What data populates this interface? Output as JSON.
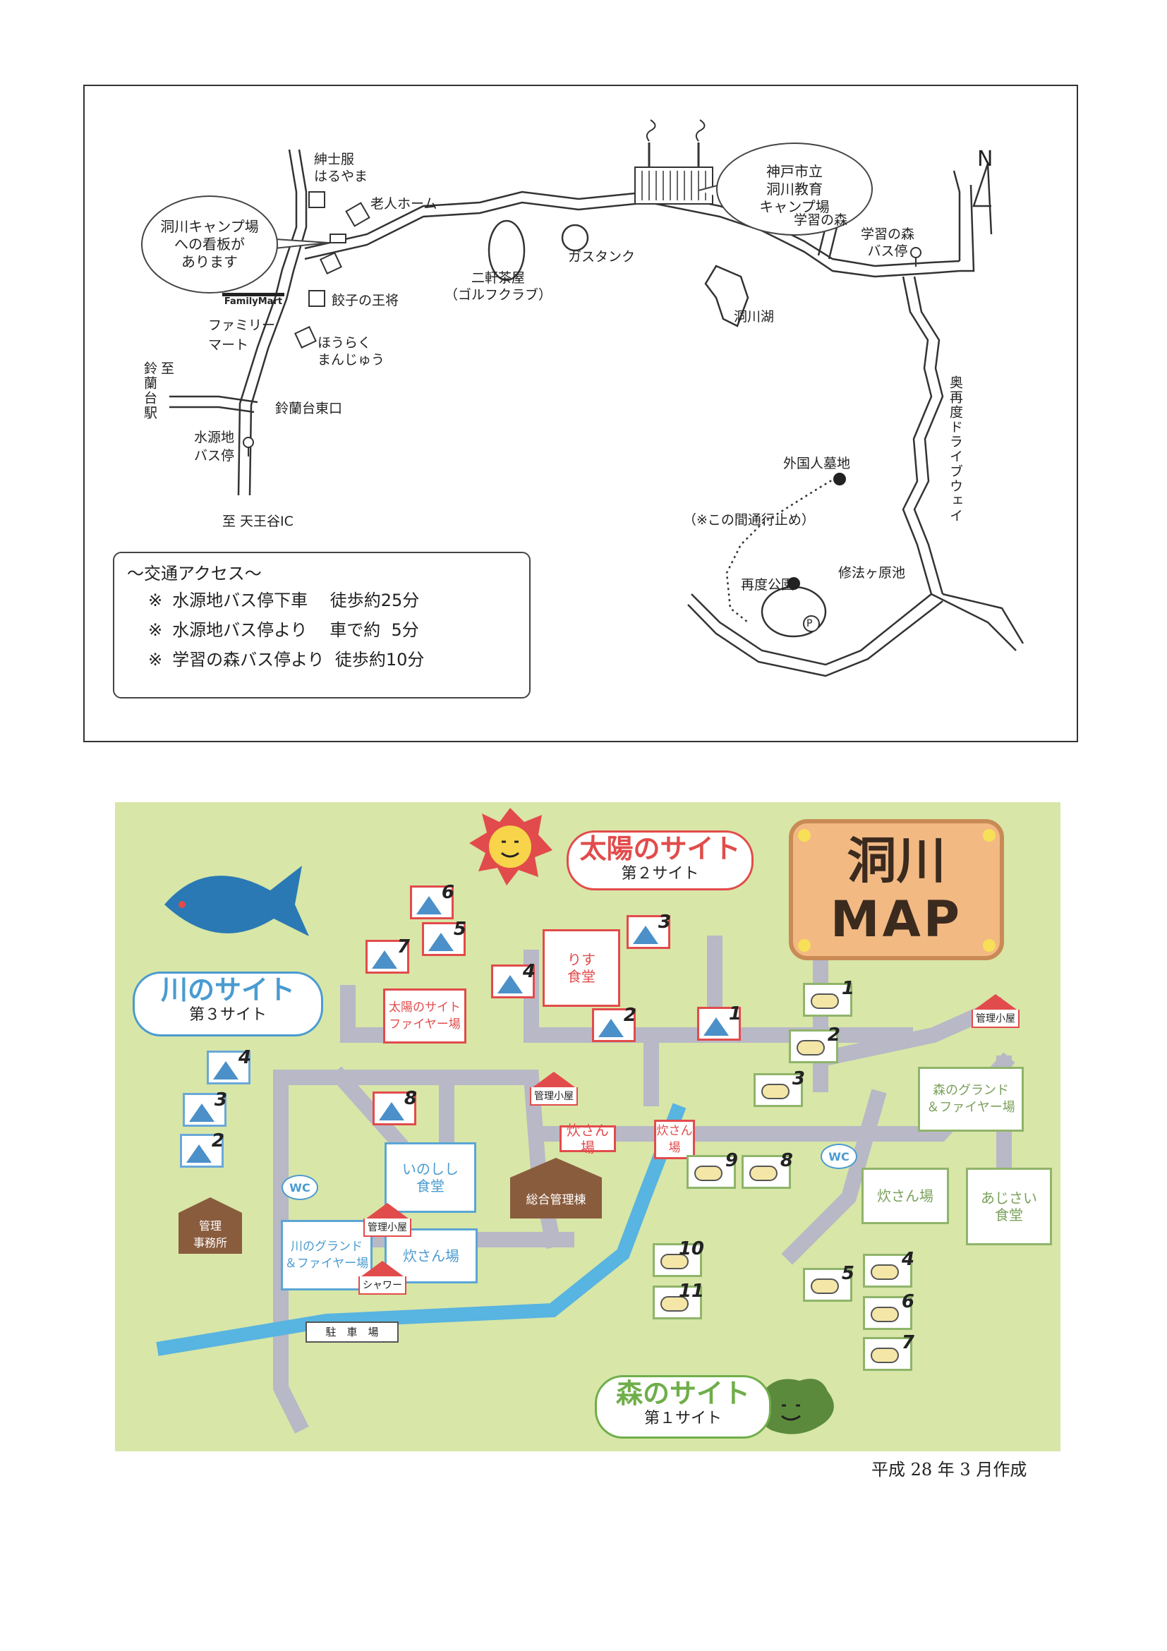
{
  "access_map": {
    "north": "N",
    "camp_name": "神戸市立\n洞川教育\nキャンプ場",
    "sign_bubble": "洞川キャンプ場\nへの看板が\nあります",
    "landmarks": {
      "shinshifuku": "紳士服\nはるやま",
      "rojin": "老人ホーム",
      "familymart_logo": "FamilyMart",
      "familymart": "ファミリー\nマート",
      "gyoza": "餃子の王将",
      "horaku": "ほうらく\nまんじゅう",
      "suzurandai_east": "鈴蘭台東口",
      "suigenchi_bus": "水源地\nバス停",
      "to_suzurandai": "至\n鈴蘭台駅",
      "to_tenno": "至 天王谷IC",
      "nikenchaya": "二軒茶屋\n（ゴルフクラブ）",
      "gas_tank": "ガスタンク",
      "gakushu_mori": "学習の森",
      "gakushu_bus": "学習の森\nバス停",
      "togawa_lake": "洞川湖",
      "okufutatabi": "奥再度ドライブウェイ",
      "gaikokujin": "外国人墓地",
      "closed_note": "（※この間通行止め）",
      "shuhogahara": "修法ヶ原池",
      "futatabi_park": "再度公園",
      "parking": "P"
    },
    "access": {
      "title": "～交通アクセス～",
      "rows": [
        {
          "mark": "※",
          "text": "水源地バス停下車　 徒歩約25分"
        },
        {
          "mark": "※",
          "text": "水源地バス停より　 車で約  5分"
        },
        {
          "mark": "※",
          "text": "学習の森バス停より  徒歩約10分"
        }
      ]
    }
  },
  "camp_map": {
    "title_line1": "洞川",
    "title_line2": "MAP",
    "taiyo_site": {
      "name": "太陽のサイト",
      "sub": "第２サイト"
    },
    "kawa_site": {
      "name": "川のサイト",
      "sub": "第３サイト"
    },
    "mori_site": {
      "name": "森のサイト",
      "sub": "第１サイト"
    },
    "buildings": {
      "risu": "りす\n食堂",
      "taiyo_fire": "太陽のサイト\nファイヤー場",
      "kanri_goya": "管理小屋",
      "suisan1": "炊さん場",
      "suisan2": "炊さん\n場",
      "inoshishi": "いのしし\n食堂",
      "sogo": "総合管理棟",
      "kanri_jimusho": "管理\n事務所",
      "kawa_ground": "川のグランド\n＆ファイヤー場",
      "suisan3": "炊さん場",
      "shower": "シャワー",
      "parking": "駐　車　場",
      "mori_ground": "森のグランド\n＆ファイヤー場",
      "suisan4": "炊さん場",
      "ajisai": "あじさい\n食堂",
      "wc": "WC"
    },
    "taiyo_sites": [
      "1",
      "2",
      "3",
      "4",
      "5",
      "6",
      "7",
      "8"
    ],
    "kawa_sites": [
      "2",
      "3",
      "4"
    ],
    "mori_cabins": [
      "1",
      "2",
      "3",
      "4",
      "5",
      "6",
      "7",
      "8",
      "9",
      "10",
      "11"
    ]
  },
  "footer": "平成 28 年 3 月作成",
  "colors": {
    "map_bg": "#d8e6a8",
    "road": "#b8b8c6",
    "river": "#58b4e0",
    "tent": "#4b90c8",
    "red": "#e24b4b"
  }
}
